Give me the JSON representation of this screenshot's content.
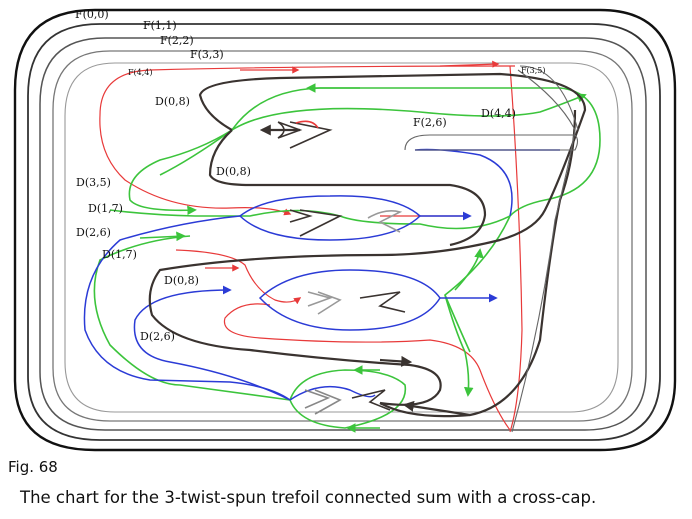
{
  "figure": {
    "number_label": "Fig. 68",
    "caption": "The chart for the 3-twist-spun trefoil connected sum with a cross-cap."
  },
  "labels": {
    "f00": "F(0,0)",
    "f11": "F(1,1)",
    "f22": "F(2,2)",
    "f33": "F(3,3)",
    "f44": "F(4,4)",
    "f35": "F(3,5)",
    "f26": "F(2,6)",
    "d08_top": "D(0,8)",
    "d44": "D(4,4)",
    "d08_mid": "D(0,8)",
    "d35": "D(3,5)",
    "d17_a": "D(1,7)",
    "d26_a": "D(2,6)",
    "d17_b": "D(1,7)",
    "d08_low": "D(0,8)",
    "d26_b": "D(2,6)"
  },
  "colors": {
    "red": "#e83a3a",
    "green": "#3cc43c",
    "blue": "#2b3bd6",
    "dark": "#3a3330",
    "frame": "#111111"
  }
}
